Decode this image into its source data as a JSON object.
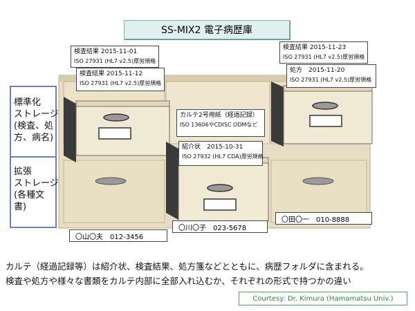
{
  "title": "SS-MIX2 電子病歴庫",
  "side": {
    "standard_lines": [
      "標準化",
      "ストレージ",
      "(検査、処",
      "方、病名)"
    ],
    "extended_lines": [
      "拡張",
      "ストレージ",
      "(各種文",
      "書)"
    ]
  },
  "cards": {
    "left_back": {
      "title": "検査結果 2015-11-01",
      "sub": "ISO 27931 (HL7 v2.5)厚労規格"
    },
    "left_front": {
      "title": "検査結果 2015-11-12",
      "sub": "ISO 27931 (HL7 v2.5)厚労規格"
    },
    "mid_back": {
      "title": "カルテ2号用紙（経過記録）",
      "sub": "ISO 13606やCDISC ODMなど"
    },
    "mid_front": {
      "title": "紹介状　2015-10-31",
      "sub": "ISO 27932 (HL7 CDA)厚労規格"
    },
    "right_back": {
      "title": "検査結果 2015-11-23",
      "sub": "ISO 27931 (HL7 v2.5)厚労規格"
    },
    "right_front": {
      "title": "処方　2015-11-20",
      "sub": "ISO 27931 (HL7 v2.5)厚労規格"
    }
  },
  "patients": [
    {
      "label": "〇山〇夫　012-3456"
    },
    {
      "label": "〇川〇子　023-5678"
    },
    {
      "label": "〇田〇一　010-8888"
    }
  ],
  "caption_lines": [
    "カルテ（経過記録等）は紹介状、検査結果、処方箋などとともに、病歴フォルダに含まれる。",
    "検査や処方や様々な書類をカルテ内部に全部入れ込むか、それぞれの形式で持つかの違い"
  ],
  "courtesy": "Courtesy: Dr. Kimura (Hamamatsu Univ.)",
  "colors": {
    "cabinet": "#e7dcc4",
    "cabinet_dark": "#b8a883",
    "drawer": "#f0e9d4",
    "panel_border": "#6b7fbf",
    "title_bg": "#dff0ee",
    "courtesy": "#2e8b3d"
  }
}
